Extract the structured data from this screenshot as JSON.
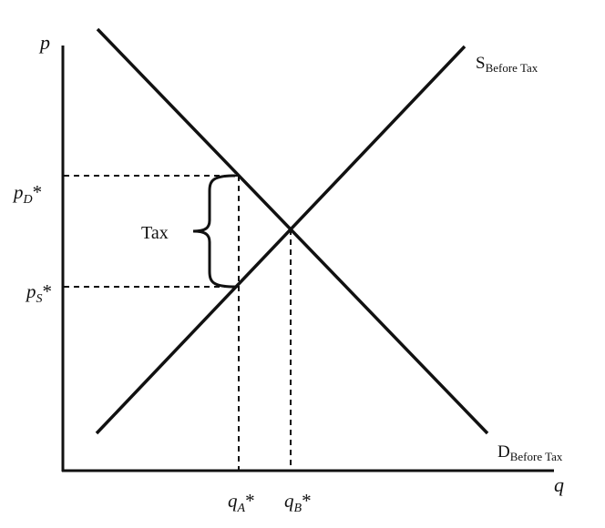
{
  "axes": {
    "y_label": "p",
    "x_label": "q"
  },
  "price_labels": {
    "pd": {
      "base": "p",
      "sub": "D",
      "suffix": "*"
    },
    "ps": {
      "base": "p",
      "sub": "S",
      "suffix": "*"
    }
  },
  "quantity_labels": {
    "qa": {
      "base": "q",
      "sub": "A",
      "suffix": "*"
    },
    "qb": {
      "base": "q",
      "sub": "B",
      "suffix": "*"
    }
  },
  "curves": {
    "supply": {
      "base": "S",
      "sub": "Before Tax"
    },
    "demand": {
      "base": "D",
      "sub": "Before Tax"
    }
  },
  "tax_label": "Tax",
  "colors": {
    "line": "#111111",
    "background": "#ffffff"
  }
}
